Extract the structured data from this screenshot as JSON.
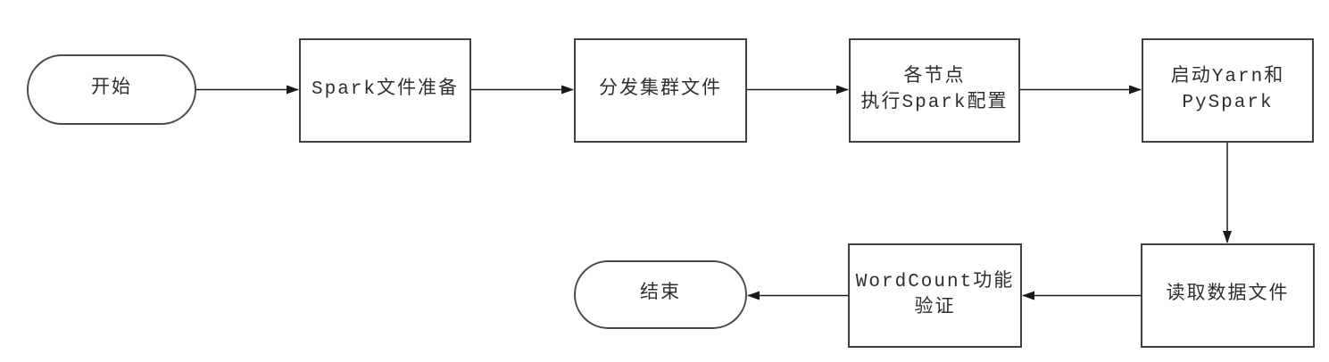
{
  "diagram": {
    "type": "flowchart",
    "nodes": {
      "start": {
        "label": "开始",
        "shape": "terminator"
      },
      "prepare": {
        "label": "Spark文件准备",
        "shape": "process"
      },
      "distribute": {
        "label": "分发集群文件",
        "shape": "process"
      },
      "configure": {
        "label": "各节点\n执行Spark配置",
        "shape": "process"
      },
      "launch": {
        "label": "启动Yarn和\nPySpark",
        "shape": "process"
      },
      "read": {
        "label": "读取数据文件",
        "shape": "process"
      },
      "wordcount": {
        "label": "WordCount功能\n验证",
        "shape": "process"
      },
      "end": {
        "label": "结束",
        "shape": "terminator"
      }
    },
    "edges": [
      {
        "from": "start",
        "to": "prepare",
        "direction": "right"
      },
      {
        "from": "prepare",
        "to": "distribute",
        "direction": "right"
      },
      {
        "from": "distribute",
        "to": "configure",
        "direction": "right"
      },
      {
        "from": "configure",
        "to": "launch",
        "direction": "right"
      },
      {
        "from": "launch",
        "to": "read",
        "direction": "down"
      },
      {
        "from": "read",
        "to": "wordcount",
        "direction": "left"
      },
      {
        "from": "wordcount",
        "to": "end",
        "direction": "left"
      }
    ],
    "colors": {
      "background": "#ffffff",
      "node_fill": "#ffffff",
      "node_border": "#404040",
      "arrow": "#1a1a1a",
      "text": "#2e2e2e"
    }
  }
}
